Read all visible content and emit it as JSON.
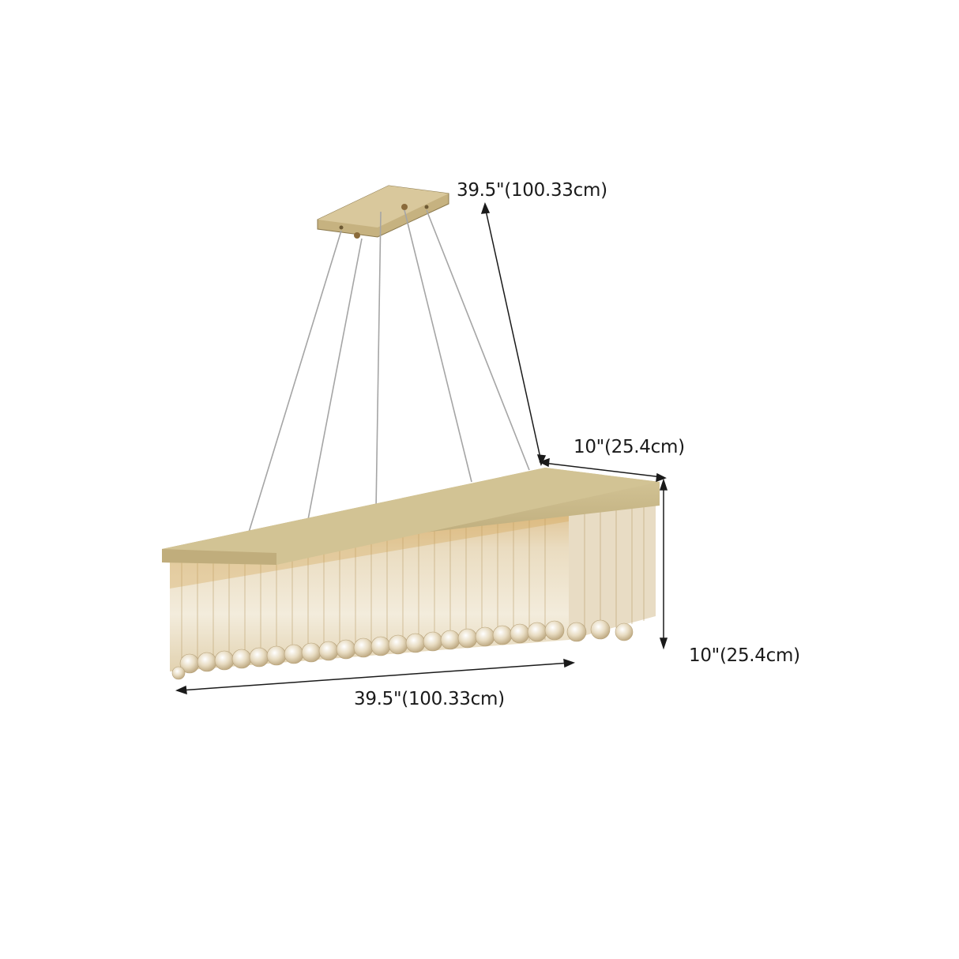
{
  "product": {
    "type": "rectangular crystal chandelier",
    "colors": {
      "frame": "#c9b88a",
      "frame_dark": "#9c8a5c",
      "crystal_light": "#efe6d2",
      "crystal_warm": "#d9b36a",
      "cable": "#9a9a9a",
      "dimension_line": "#1a1a1a",
      "background": "#ffffff"
    }
  },
  "dimensions": {
    "hanging_height": "39.5\"(100.33cm)",
    "width": "10\"(25.4cm)",
    "height": "10\"(25.4cm)",
    "length": "39.5\"(100.33cm)"
  }
}
